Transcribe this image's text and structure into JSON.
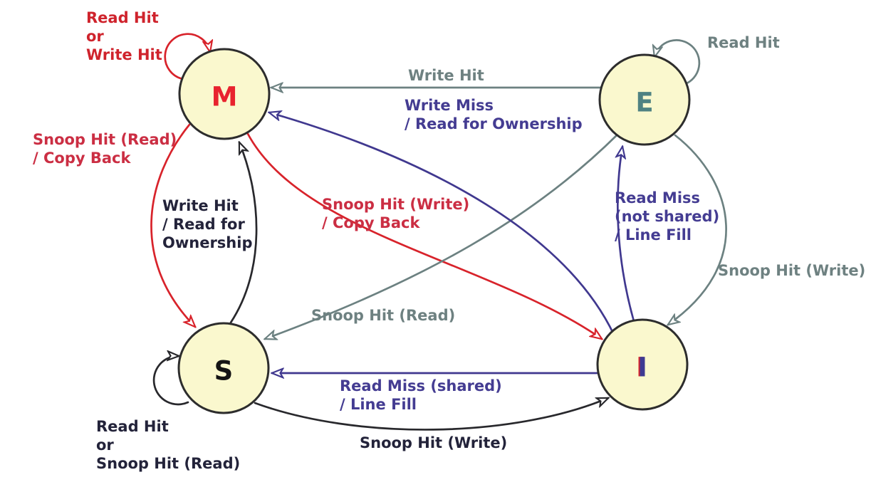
{
  "diagram_type": "state-machine",
  "colors": {
    "state_fill": "#FAF8CE",
    "state_border": "#2D2D2D",
    "red_arrow": "#D8232B",
    "gray_arrow": "#6C8181",
    "purple_arrow": "#40388F",
    "black_arrow": "#28282C",
    "label_red": "#CF232C",
    "label_crimson": "#CB2E43",
    "label_gray": "#6E8181",
    "label_purple": "#443C92",
    "label_black": "#23233A",
    "i_fringe": "#D8232B"
  },
  "states": [
    {
      "id": "M",
      "label": "M",
      "color": "#E8232E"
    },
    {
      "id": "E",
      "label": "E",
      "color": "#4F8282"
    },
    {
      "id": "S",
      "label": "S",
      "color": "#141414"
    },
    {
      "id": "I",
      "label": "I",
      "color": "#3E3A92"
    }
  ],
  "transitions": [
    {
      "from": "M",
      "to": "M",
      "label": "Read Hit\nor\nWrite Hit",
      "color": "#CF232C"
    },
    {
      "from": "M",
      "to": "S",
      "label": "Snoop Hit (Read)\n/ Copy Back",
      "color": "#CB2E43"
    },
    {
      "from": "M",
      "to": "I",
      "label": "Snoop Hit (Write)\n/ Copy Back",
      "color": "#CB2E43"
    },
    {
      "from": "E",
      "to": "M",
      "label": "Write Hit",
      "color": "#6E8181"
    },
    {
      "from": "E",
      "to": "E",
      "label": "Read Hit",
      "color": "#6E8181"
    },
    {
      "from": "E",
      "to": "S",
      "label": "Snoop Hit (Read)",
      "color": "#6E8181"
    },
    {
      "from": "E",
      "to": "I",
      "label": "Snoop Hit (Write)",
      "color": "#6E8181"
    },
    {
      "from": "S",
      "to": "M",
      "label": "Write Hit\n/ Read for\nOwnership",
      "color": "#23233A"
    },
    {
      "from": "S",
      "to": "S",
      "label": "Read Hit\nor\nSnoop Hit (Read)",
      "color": "#23233A"
    },
    {
      "from": "S",
      "to": "I",
      "label": "Snoop Hit (Write)",
      "color": "#23233A"
    },
    {
      "from": "I",
      "to": "M",
      "label": "Write Miss\n/ Read for Ownership",
      "color": "#443C92"
    },
    {
      "from": "I",
      "to": "E",
      "label": "Read Miss\n(not shared)\n/ Line Fill",
      "color": "#443C92"
    },
    {
      "from": "I",
      "to": "S",
      "label": "Read Miss (shared)\n/ Line Fill",
      "color": "#443C92"
    }
  ]
}
